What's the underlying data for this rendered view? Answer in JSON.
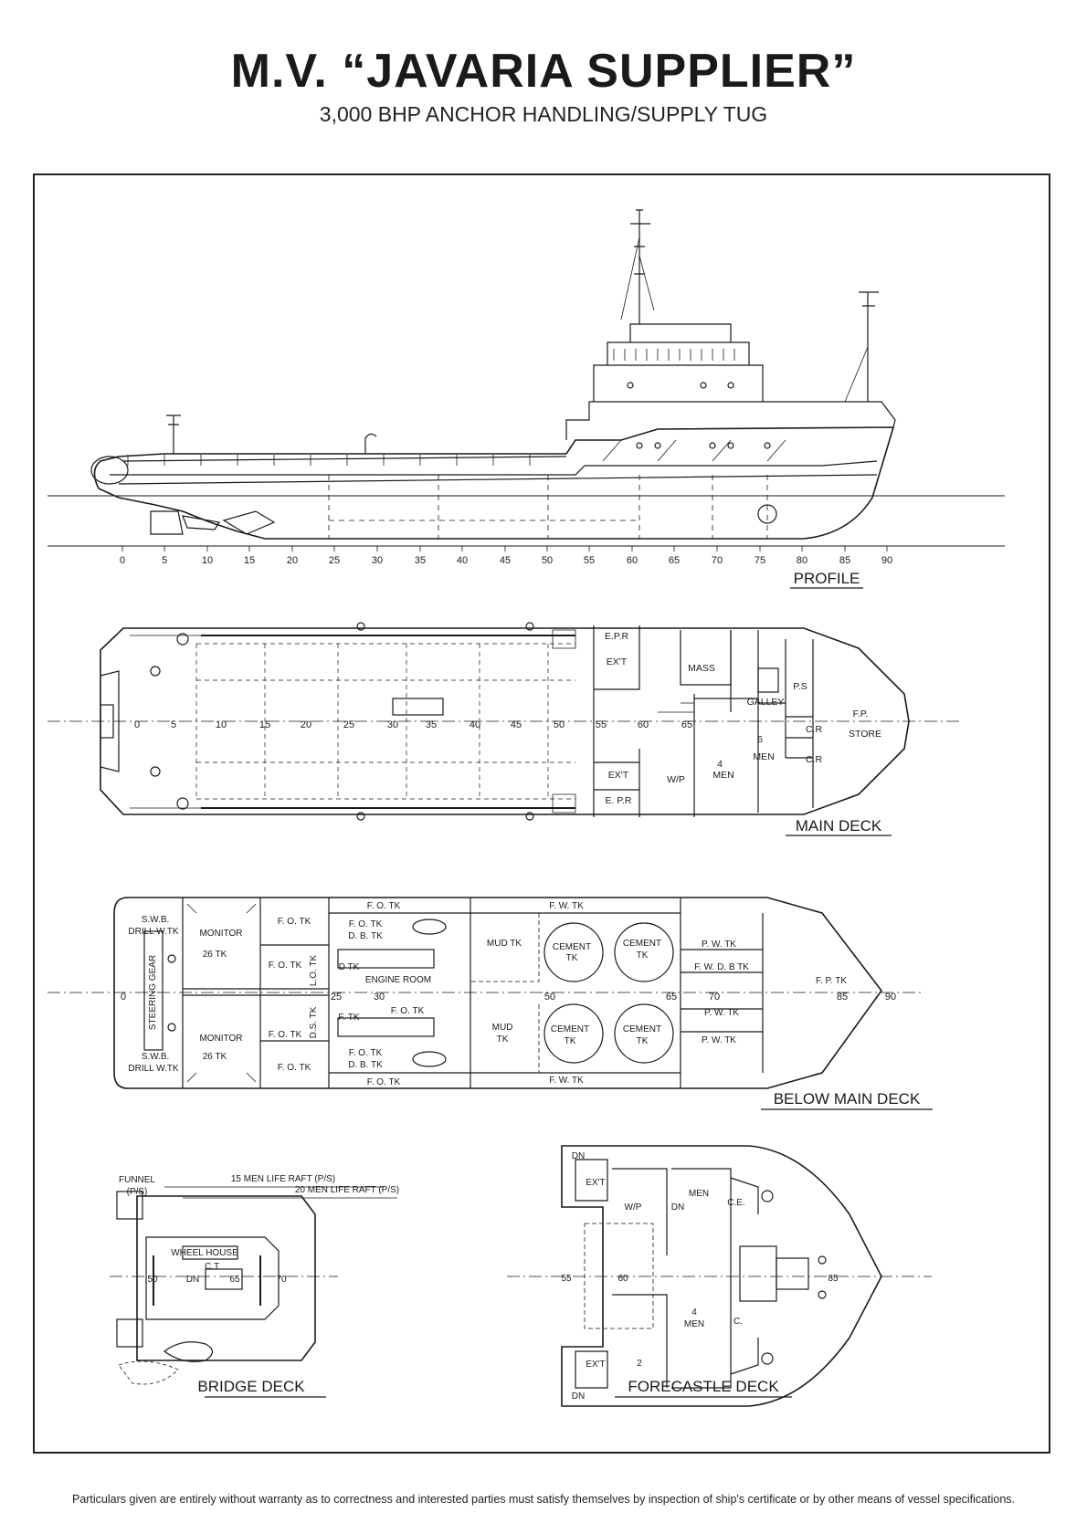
{
  "title": "M.V. “JAVARIA SUPPLIER”",
  "subtitle": "3,000 BHP ANCHOR HANDLING/SUPPLY TUG",
  "views": {
    "profile": "PROFILE",
    "main_deck": "MAIN DECK",
    "below_main_deck": "BELOW MAIN DECK",
    "bridge_deck": "BRIDGE DECK",
    "forecastle_deck": "FORECASTLE DECK"
  },
  "frame_numbers": [
    "0",
    "5",
    "10",
    "15",
    "20",
    "25",
    "30",
    "35",
    "40",
    "45",
    "50",
    "55",
    "60",
    "65",
    "70",
    "75",
    "80",
    "85",
    "90"
  ],
  "main_deck_labels": {
    "epr_top": "E.P.R",
    "ext_top": "EX'T",
    "mass": "MASS",
    "galley": "GALLEY",
    "ps": "P.S",
    "fp_store_1": "F.P.",
    "fp_store_2": "STORE",
    "cr_1": "C.R",
    "cr_2": "C.R",
    "six": "6",
    "men_6": "MEN",
    "four": "4",
    "men_4": "MEN",
    "wp": "W/P",
    "ext_bottom": "EX'T",
    "epr_bottom": "E. P.R"
  },
  "below_deck_labels": {
    "swb_top_1": "S.W.B.",
    "swb_top_2": "DRILL W.TK",
    "monitor_top": "MONITOR",
    "tk26_top": "26 TK",
    "steering": "STEERING GEAR",
    "monitor_bottom": "MONITOR",
    "tk26_bottom": "26 TK",
    "swb_bottom_1": "S.W.B.",
    "swb_bottom_2": "DRILL W.TK",
    "fo_tk_1": "F. O. TK",
    "fo_tk_2": "F. O. TK",
    "fo_tk_3": "F. O. TK",
    "fo_tk_4": "F. O. TK",
    "fo_tk_top": "F. O. TK",
    "fo_tk_inner_top": "F. O. TK",
    "db_tk_top": "D. B. TK",
    "d_tk": "D TK",
    "lo_tk": "L.O. TK",
    "engine_room": "ENGINE ROOM",
    "ds_tk": "D.S. TK",
    "f_tk": "F. TK",
    "fo_tk_mid": "F. O. TK",
    "fo_tk_inner_bottom": "F. O. TK",
    "db_tk_bottom": "D. B. TK",
    "fo_tk_bottom": "F. O. TK",
    "fw_tk_top": "F. W. TK",
    "mud_tk_top": "MUD TK",
    "cement_1": "CEMENT",
    "cement_2": "CEMENT",
    "cement_3": "CEMENT",
    "cement_4": "CEMENT",
    "tk": "TK",
    "mud_tk_bottom_1": "MUD",
    "mud_tk_bottom_2": "TK",
    "fw_tk_bottom": "F. W. TK",
    "pw_tk_1": "P. W. TK",
    "fwdb_tk": "F. W. D. B TK",
    "pw_tk_2": "P. W. TK",
    "pw_tk_3": "P. W. TK",
    "fp_tk": "F. P. TK"
  },
  "bridge_labels": {
    "funnel": "FUNNEL",
    "funnel_ps": "(P/S)",
    "raft_15": "15 MEN LIFE RAFT (P/S)",
    "raft_20": "20 MEN LIFE RAFT (P/S)",
    "wheel_house": "WHEEL HOUSE",
    "ct": "C.T",
    "dn": "DN"
  },
  "forecastle_labels": {
    "dn_top": "DN",
    "ext_top": "EX'T",
    "wp": "W/P",
    "dn_mid": "DN",
    "men_top": "MEN",
    "ce": "C.E.",
    "four": "4",
    "men_bottom": "MEN",
    "c": "C.",
    "ext_bottom": "EX'T",
    "dn_bottom": "DN",
    "two": "2"
  },
  "footer": "Particulars given are entirely without warranty as to correctness and interested parties must satisfy themselves by inspection of ship's certificate or by other means of vessel specifications."
}
